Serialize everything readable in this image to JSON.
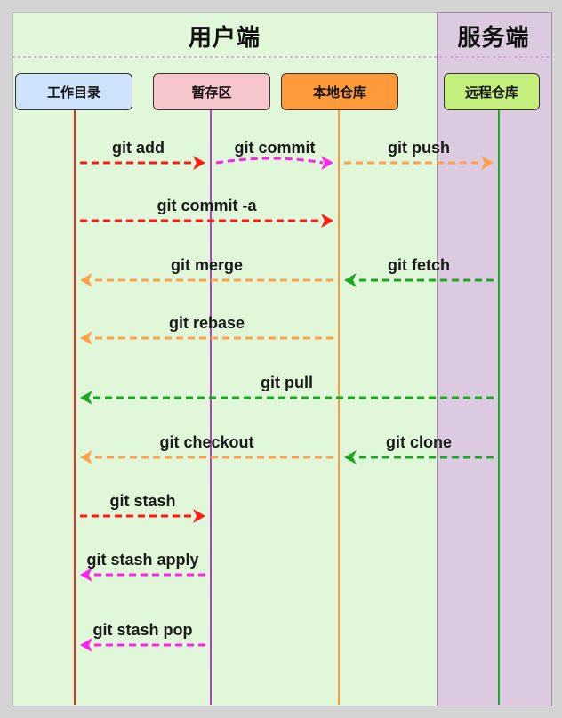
{
  "zones": {
    "client": "用户端",
    "server": "服务端"
  },
  "lanes": [
    {
      "key": "workdir",
      "label": "工作目录",
      "color": "#e8321c"
    },
    {
      "key": "stage",
      "label": "暂存区",
      "color": "#b542c8"
    },
    {
      "key": "local",
      "label": "本地仓库",
      "color": "#ff9a3c"
    },
    {
      "key": "remote",
      "label": "远程仓库",
      "color": "#1ea82a"
    }
  ],
  "operations": [
    {
      "label": "git add",
      "from": "workdir",
      "to": "stage",
      "color": "#ff1a1a"
    },
    {
      "label": "git commit",
      "from": "stage",
      "to": "local",
      "color": "#ff22ee"
    },
    {
      "label": "git push",
      "from": "local",
      "to": "remote",
      "color": "#ffa04a"
    },
    {
      "label": "git commit -a",
      "from": "workdir",
      "to": "local",
      "color": "#ff1a1a"
    },
    {
      "label": "git merge",
      "from": "local",
      "to": "workdir",
      "color": "#ffa04a"
    },
    {
      "label": "git fetch",
      "from": "remote",
      "to": "local",
      "color": "#1aa820"
    },
    {
      "label": "git rebase",
      "from": "local",
      "to": "workdir",
      "color": "#ffa04a"
    },
    {
      "label": "git pull",
      "from": "remote",
      "to": "workdir",
      "color": "#1aa820"
    },
    {
      "label": "git checkout",
      "from": "local",
      "to": "workdir",
      "color": "#ffa04a"
    },
    {
      "label": "git clone",
      "from": "remote",
      "to": "local",
      "color": "#1aa820"
    },
    {
      "label": "git stash",
      "from": "workdir",
      "to": "stage",
      "color": "#ff1a1a"
    },
    {
      "label": "git stash apply",
      "from": "stage",
      "to": "workdir",
      "color": "#ff22ee"
    },
    {
      "label": "git stash pop",
      "from": "stage",
      "to": "workdir",
      "color": "#ff22ee"
    }
  ]
}
